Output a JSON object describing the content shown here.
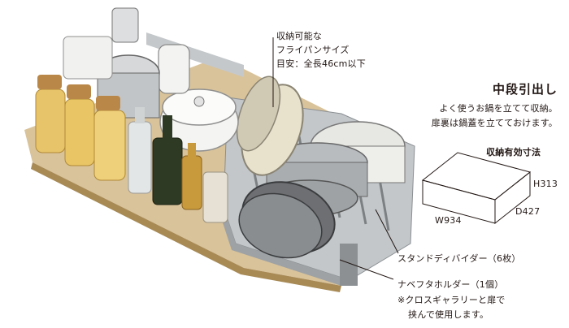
{
  "callout_frypan": [
    "収納可能な",
    "フライパンサイズ",
    "目安：全長46cm以下"
  ],
  "section": {
    "title": "中段引出し",
    "desc": [
      "よく使うお鍋を立てて収納。",
      "扉裏は鍋蓋を立てておけます。"
    ]
  },
  "dimensions": {
    "heading": "収納有効寸法",
    "height": "H313",
    "width": "W934",
    "depth": "D427"
  },
  "callout_divider": "スタンドディバイダー（6枚）",
  "callout_lid": [
    "ナベフタホルダー（1個）",
    "※クロスギャラリーと扉で",
    "挟んで使用します。"
  ],
  "colors": {
    "text": "#231815",
    "tray": "#bcc0c3",
    "wood": "#c9a56a",
    "pan_dark": "#6d6f72",
    "bottle_green": "#2f3a24"
  }
}
